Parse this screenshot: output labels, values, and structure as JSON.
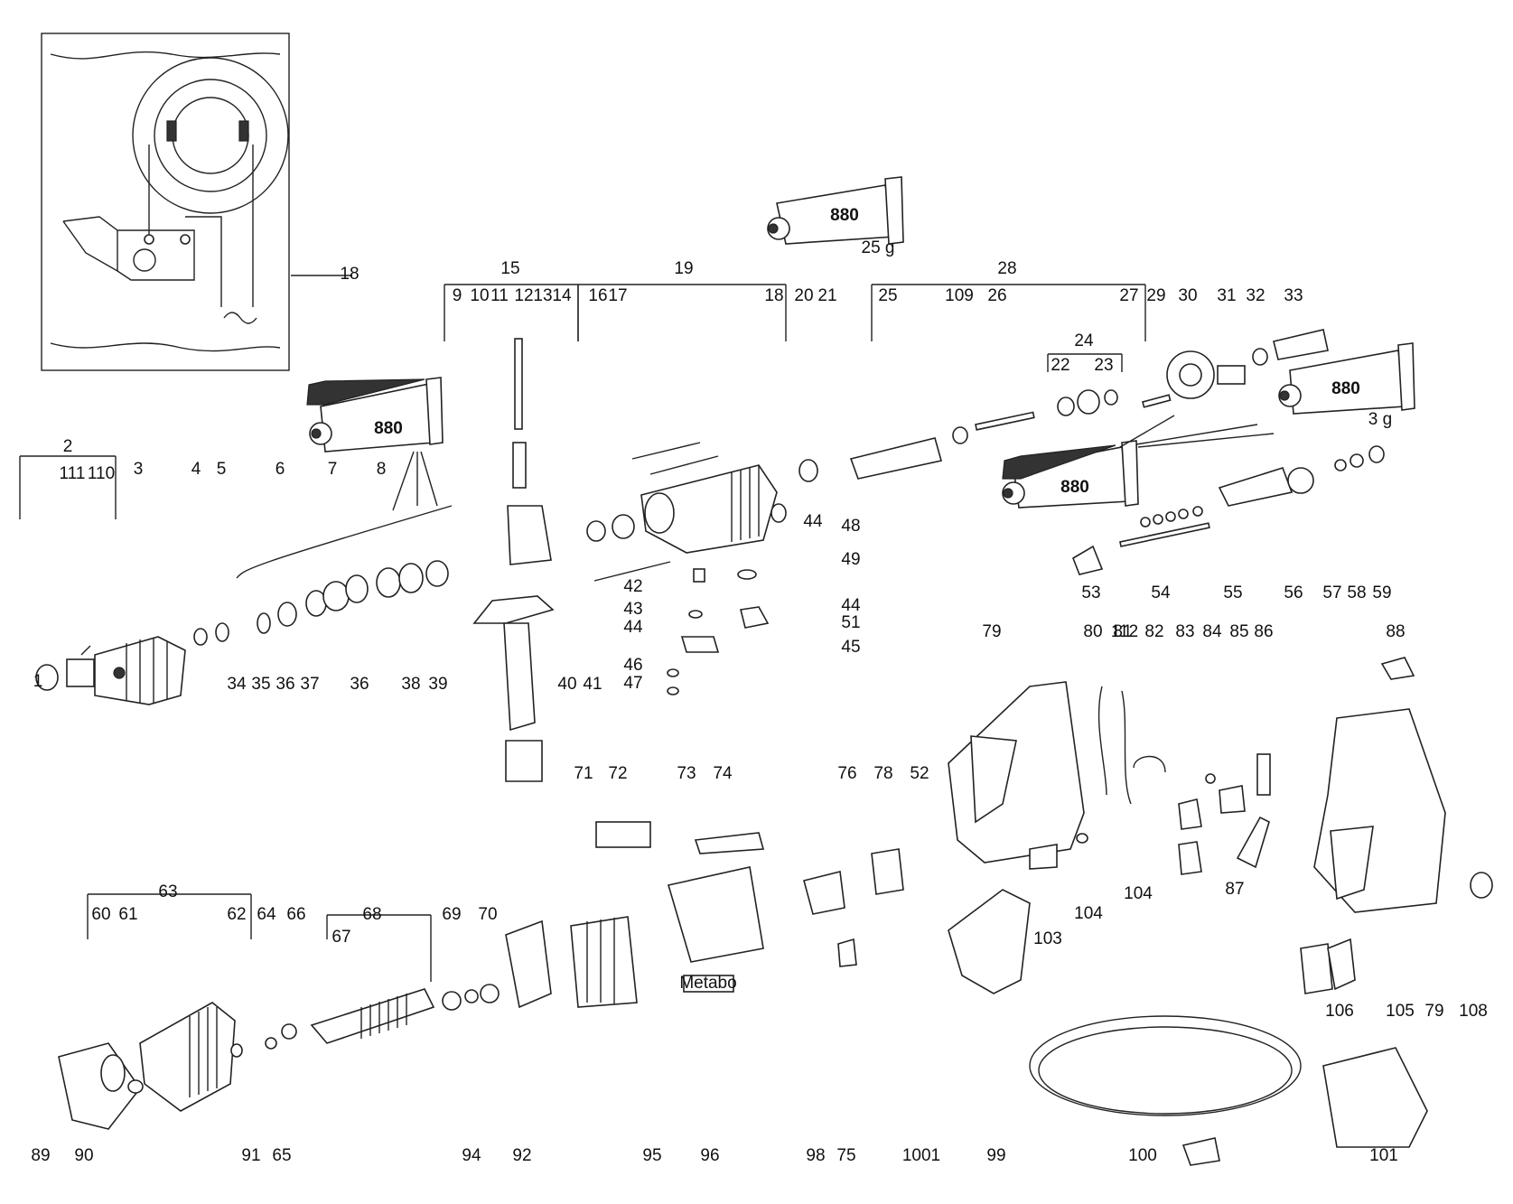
{
  "diagram": {
    "part_labels": [
      "1",
      "2",
      "3",
      "4",
      "5",
      "6",
      "7",
      "8",
      "9",
      "10",
      "11",
      "12",
      "13",
      "14",
      "15",
      "16",
      "17",
      "18",
      "19",
      "20",
      "21",
      "22",
      "23",
      "24",
      "25",
      "26",
      "27",
      "28",
      "29",
      "30",
      "31",
      "32",
      "33",
      "34",
      "35",
      "36",
      "36",
      "37",
      "38",
      "39",
      "40",
      "41",
      "42",
      "43",
      "44",
      "44",
      "44",
      "45",
      "46",
      "47",
      "48",
      "49",
      "51",
      "52",
      "53",
      "54",
      "55",
      "56",
      "57",
      "58",
      "59",
      "60",
      "61",
      "62",
      "63",
      "64",
      "65",
      "66",
      "67",
      "68",
      "69",
      "70",
      "71",
      "72",
      "73",
      "74",
      "75",
      "76",
      "78",
      "79",
      "79",
      "80",
      "81",
      "82",
      "83",
      "84",
      "85",
      "86",
      "87",
      "88",
      "89",
      "90",
      "91",
      "92",
      "94",
      "95",
      "96",
      "98",
      "99",
      "100",
      "101",
      "103",
      "104",
      "104",
      "105",
      "106",
      "108",
      "109",
      "110",
      "111",
      "112",
      "1001",
      "18"
    ],
    "tubes": [
      {
        "label": "880",
        "weight": "25 g"
      },
      {
        "label": "880",
        "weight": ""
      },
      {
        "label": "880",
        "weight": "3 g"
      },
      {
        "label": "880",
        "weight": ""
      }
    ],
    "nameplate": "Metabo"
  }
}
